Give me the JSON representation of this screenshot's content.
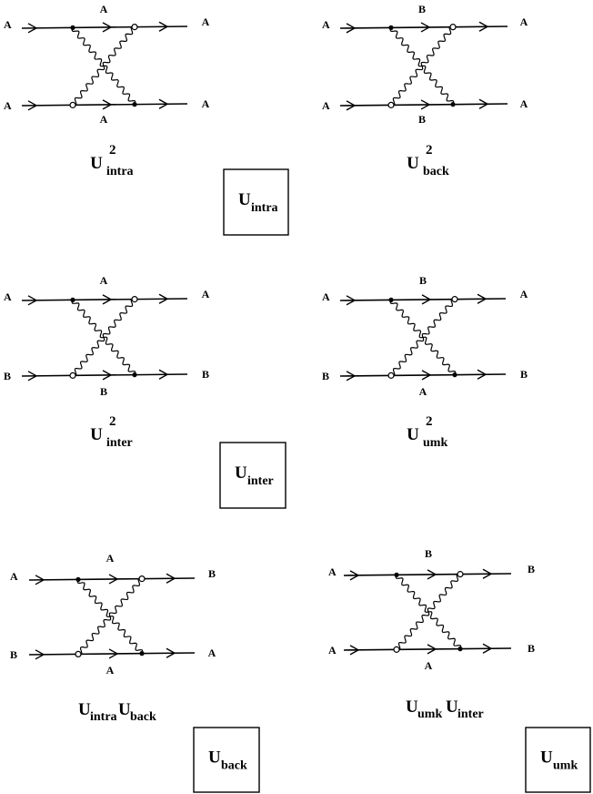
{
  "diagrams": [
    {
      "id": "intra-squared",
      "labels": {
        "top_mid": "A",
        "bottom_mid": "A",
        "top_left": "A",
        "top_right": "A",
        "bottom_left": "A",
        "bottom_right": "A"
      },
      "caption": {
        "base": "U",
        "sub": "intra",
        "sup": "2"
      }
    },
    {
      "id": "back-squared",
      "labels": {
        "top_mid": "B",
        "bottom_mid": "B",
        "top_left": "A",
        "top_right": "A",
        "bottom_left": "A",
        "bottom_right": "A"
      },
      "caption": {
        "base": "U",
        "sub": "back",
        "sup": "2"
      }
    },
    {
      "id": "inter-squared",
      "labels": {
        "top_mid": "A",
        "bottom_mid": "B",
        "top_left": "A",
        "top_right": "A",
        "bottom_left": "B",
        "bottom_right": "B"
      },
      "caption": {
        "base": "U",
        "sub": "inter",
        "sup": "2"
      }
    },
    {
      "id": "umk-squared",
      "labels": {
        "top_mid": "B",
        "bottom_mid": "A",
        "top_left": "A",
        "top_right": "A",
        "bottom_left": "B",
        "bottom_right": "B"
      },
      "caption": {
        "base": "U",
        "sub": "umk",
        "sup": "2"
      }
    },
    {
      "id": "intra-back",
      "labels": {
        "top_mid": "A",
        "bottom_mid": "A",
        "top_left": "A",
        "top_right": "B",
        "bottom_left": "B",
        "bottom_right": "A"
      },
      "caption": {
        "base": "U",
        "sub": "intra",
        "base2": "U",
        "sub2": "back"
      }
    },
    {
      "id": "umk-inter",
      "labels": {
        "top_mid": "B",
        "bottom_mid": "A",
        "top_left": "A",
        "top_right": "B",
        "bottom_left": "A",
        "bottom_right": "B"
      },
      "caption": {
        "base": "U",
        "sub": "umk",
        "base2": "U",
        "sub2": "inter"
      }
    }
  ],
  "boxes": [
    {
      "id": "intra",
      "base": "U",
      "sub": "intra"
    },
    {
      "id": "inter",
      "base": "U",
      "sub": "inter"
    },
    {
      "id": "back",
      "base": "U",
      "sub": "back"
    },
    {
      "id": "umk",
      "base": "U",
      "sub": "umk"
    }
  ]
}
